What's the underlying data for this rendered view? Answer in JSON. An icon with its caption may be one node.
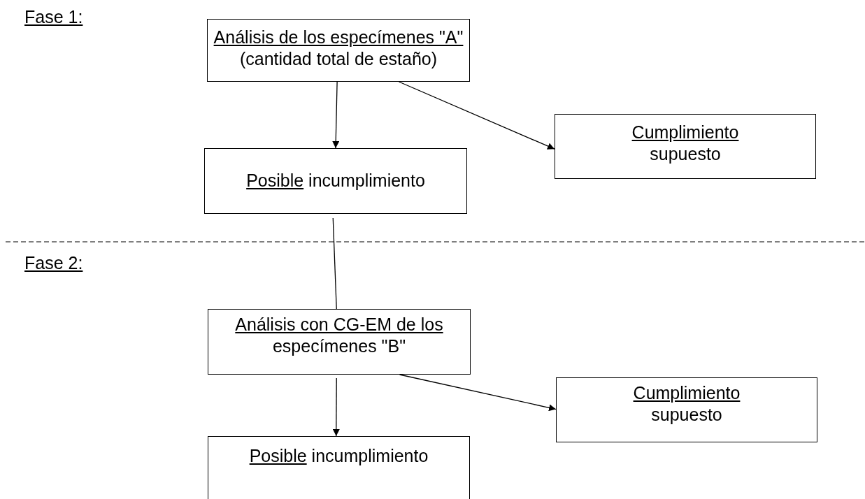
{
  "diagram": {
    "nodes": [
      {
        "text": [
          "Análisis de los especímenes \"A\"",
          "(cantidad total de estaño)"
        ]
      },
      {
        "text": [
          "Posible",
          "incumplimiento"
        ]
      },
      {
        "text": [
          "Cumplimiento",
          "supuesto"
        ]
      },
      {
        "text": [
          "Análisis con CG-EM de los",
          "especímenes \"B\""
        ]
      },
      {
        "text": [
          "Cumplimiento",
          "supuesto"
        ]
      },
      {
        "text": [
          "Posible",
          "incumplimiento"
        ]
      }
    ],
    "edges": [
      {
        "from": 0,
        "to": 1,
        "arrow": "to"
      },
      {
        "from": 0,
        "to": 2,
        "arrow": "to"
      },
      {
        "from": 1,
        "to": 3,
        "arrow": "none"
      },
      {
        "from": 3,
        "to": 5,
        "arrow": "to"
      },
      {
        "from": 3,
        "to": 4,
        "arrow": "to"
      }
    ],
    "labels": [
      "Fase 1:",
      "Fase 2:"
    ]
  }
}
